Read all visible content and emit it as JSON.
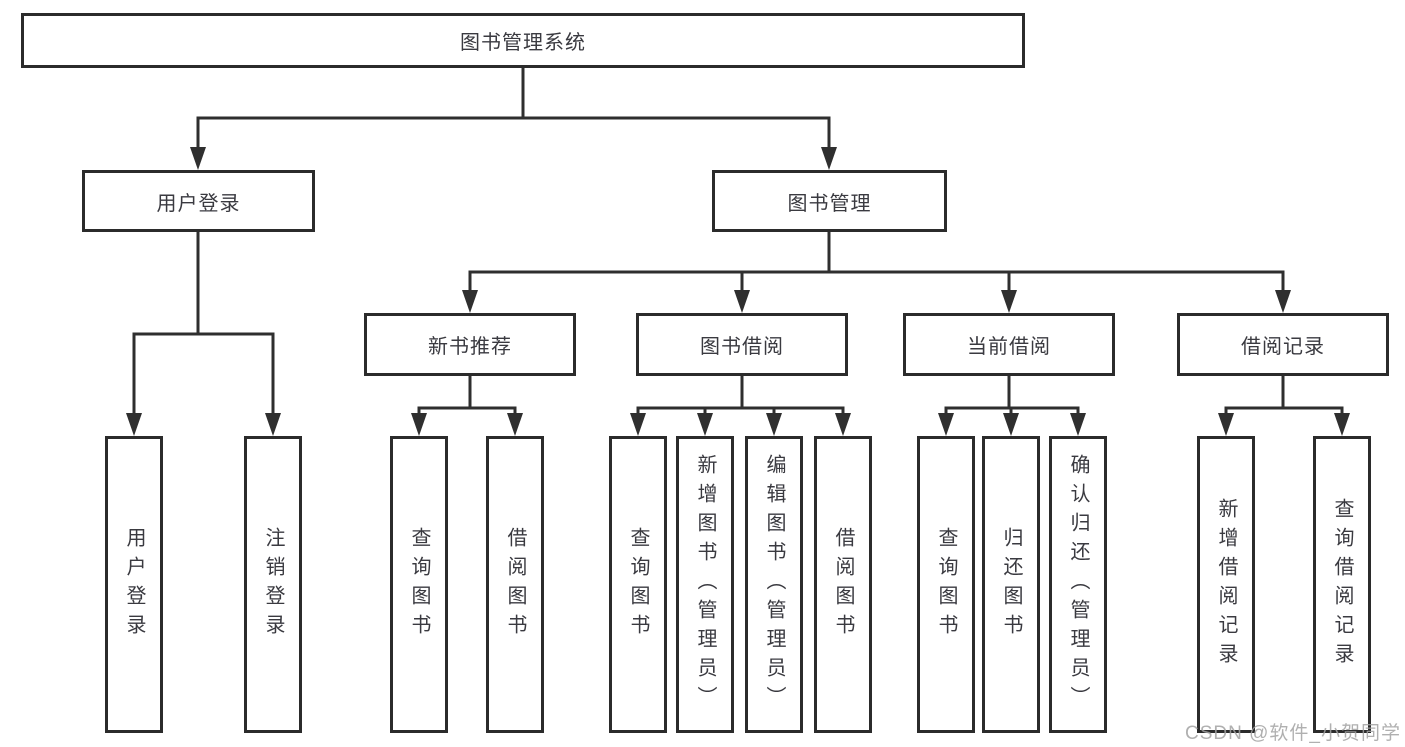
{
  "diagram": {
    "root": {
      "label": "图书管理系统"
    },
    "level2": [
      {
        "label": "用户登录"
      },
      {
        "label": "图书管理"
      }
    ],
    "level3": [
      {
        "label": "新书推荐"
      },
      {
        "label": "图书借阅"
      },
      {
        "label": "当前借阅"
      },
      {
        "label": "借阅记录"
      }
    ],
    "leaves": {
      "user_login": [
        "用户登录",
        "注销登录"
      ],
      "new_book": [
        "查询图书",
        "借阅图书"
      ],
      "borrow": [
        "查询图书",
        "新增图书（管理员）",
        "编辑图书（管理员）",
        "借阅图书"
      ],
      "current": [
        "查询图书",
        "归还图书",
        "确认归还（管理员）"
      ],
      "records": [
        "新增借阅记录",
        "查询借阅记录"
      ]
    },
    "colors": {
      "line": "#2f2f2f",
      "border": "#2b2b2b",
      "text": "#3a3a40",
      "watermark": "#a3a3a3"
    }
  },
  "watermark": {
    "text": "CSDN @软件_小贺同学"
  }
}
